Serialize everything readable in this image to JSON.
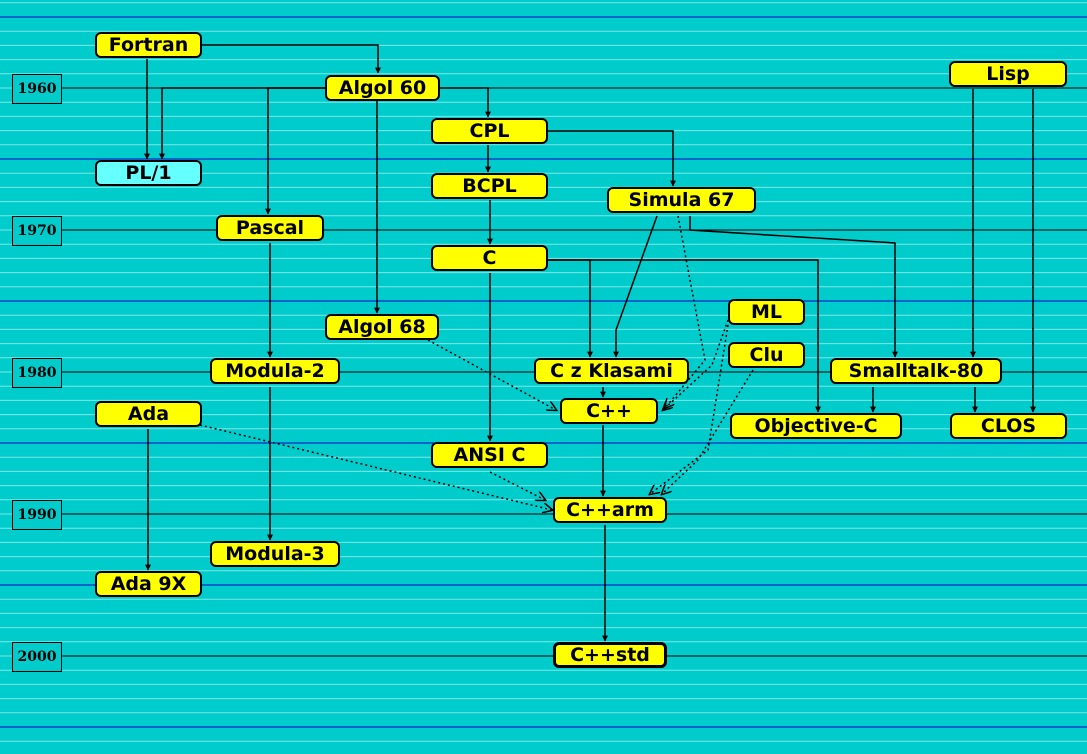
{
  "colors": {
    "background": "#00cccc",
    "node": "#ffff00",
    "node_alt": "#66ffff",
    "decade_line": "#0000cc",
    "minor_line": "#7fe6e6",
    "edge": "#000000"
  },
  "years": [
    "1960",
    "1970",
    "1980",
    "1990",
    "2000"
  ],
  "nodes": {
    "fortran": "Fortran",
    "algol60": "Algol 60",
    "lisp": "Lisp",
    "cpl": "CPL",
    "pl1": "PL/1",
    "bcpl": "BCPL",
    "simula67": "Simula 67",
    "pascal": "Pascal",
    "c": "C",
    "ml": "ML",
    "algol68": "Algol 68",
    "clu": "Clu",
    "modula2": "Modula-2",
    "czklasami": "C z Klasami",
    "smalltalk80": "Smalltalk-80",
    "ada": "Ada",
    "cpp": "C++",
    "objc": "Objective-C",
    "clos": "CLOS",
    "ansic": "ANSI C",
    "cpparm": "C++arm",
    "modula3": "Modula-3",
    "ada9x": "Ada 9X",
    "cppstd": "C++std"
  }
}
